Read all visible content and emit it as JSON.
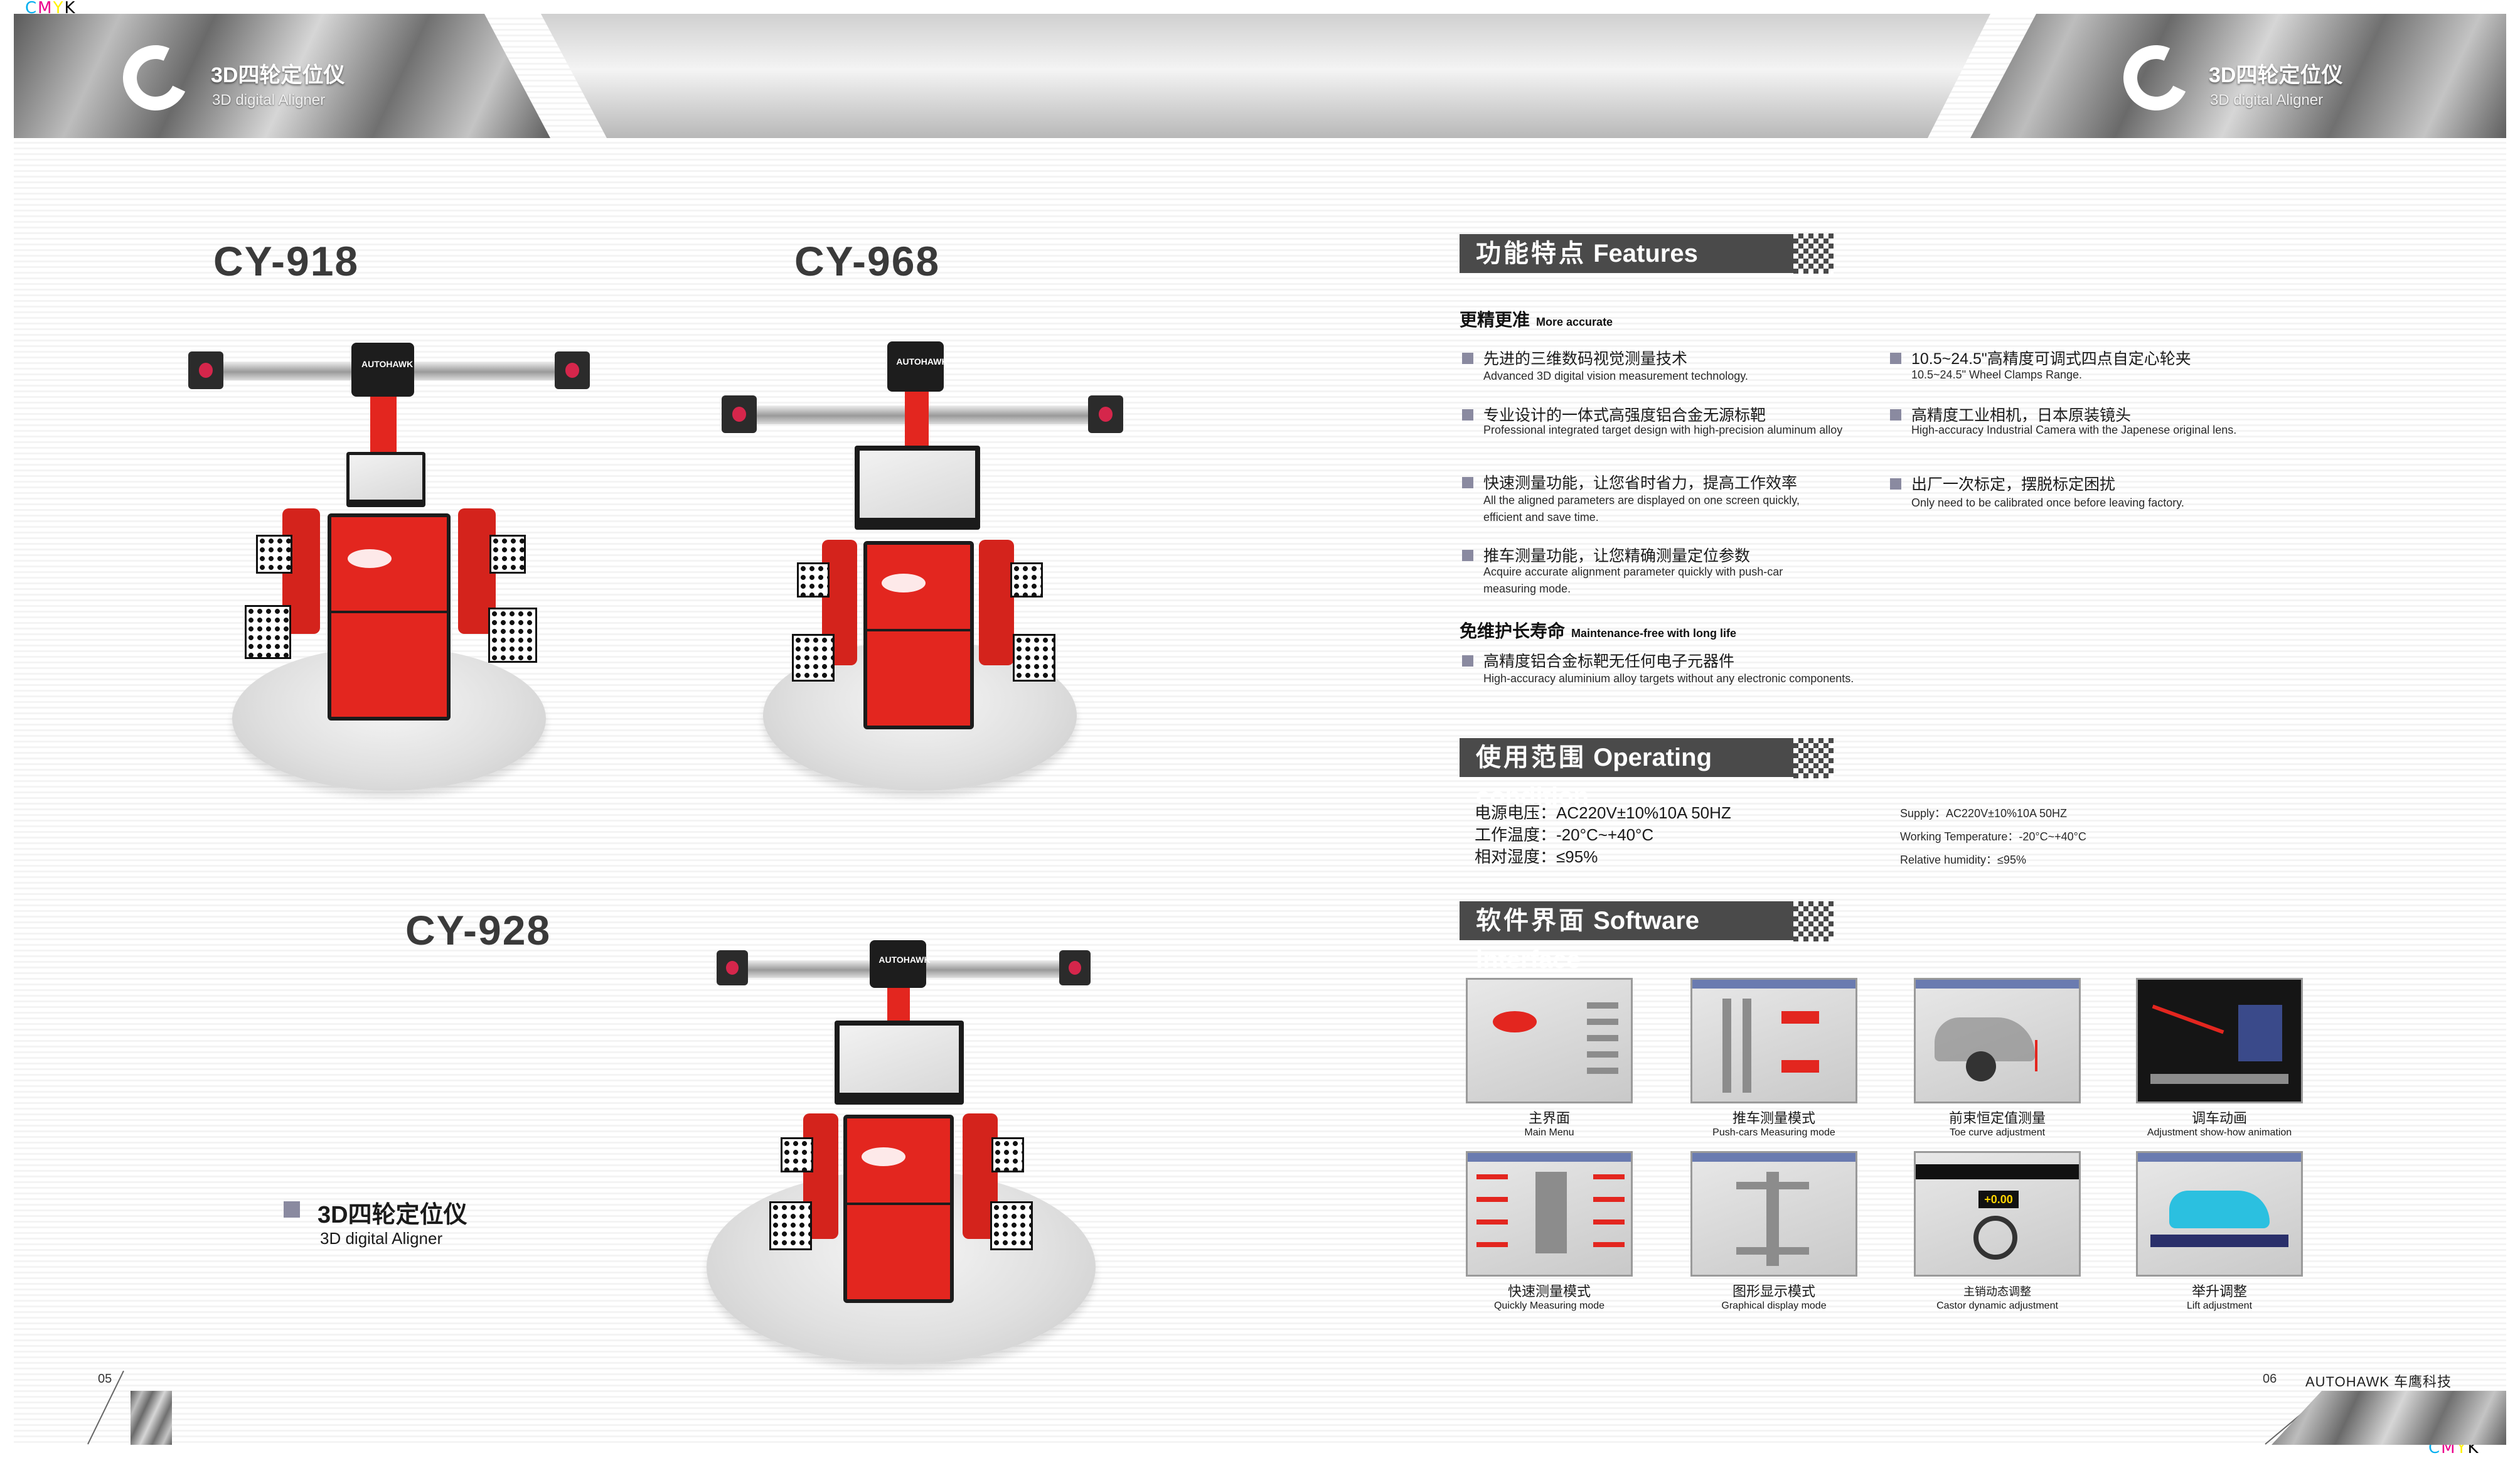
{
  "print_marks": {
    "top_left": [
      "C",
      "M",
      "Y",
      "K"
    ],
    "bottom_right": [
      "C",
      "M",
      "Y",
      "K"
    ]
  },
  "header": {
    "left_title": "3D四轮定位仪",
    "left_subtitle": "3D digital Aligner",
    "right_title": "3D四轮定位仪",
    "right_subtitle": "3D digital Aligner"
  },
  "models": [
    {
      "name": "CY-918",
      "head_label": "AUTOHAWK"
    },
    {
      "name": "CY-968",
      "head_label": "AUTOHAWK"
    },
    {
      "name": "CY-928",
      "head_label": "AUTOHAWK"
    }
  ],
  "aligner_caption": {
    "cn": "3D四轮定位仪",
    "en": "3D digital Aligner"
  },
  "features": {
    "header_cn": "功能特点",
    "header_en": "Features",
    "section1": {
      "cn": "更精更准",
      "en": "More accurate"
    },
    "left_items": [
      {
        "cn": "先进的三维数码视觉测量技术",
        "en": "Advanced 3D digital vision measurement technology."
      },
      {
        "cn": "专业设计的一体式高强度铝合金无源标靶",
        "en": "Professional integrated target design with high-precision aluminum alloy"
      },
      {
        "cn": "快速测量功能，让您省时省力，提高工作效率",
        "en": "All the aligned parameters are displayed on one screen quickly, efficient and save time."
      },
      {
        "cn": "推车测量功能，让您精确测量定位参数",
        "en": "Acquire accurate alignment parameter quickly with push-car measuring mode."
      }
    ],
    "right_items": [
      {
        "cn": "10.5~24.5\"高精度可调式四点自定心轮夹",
        "en": "10.5~24.5\" Wheel Clamps Range."
      },
      {
        "cn": "高精度工业相机，日本原装镜头",
        "en": "High-accuracy Industrial Camera with the Japenese original lens."
      },
      {
        "cn": "出厂一次标定，摆脱标定困扰",
        "en": "Only need to be calibrated once before leaving factory."
      }
    ],
    "section2": {
      "cn": "免维护长寿命",
      "en": "Maintenance-free with long life"
    },
    "section2_items": [
      {
        "cn": "高精度铝合金标靶无任何电子元器件",
        "en": "High-accuracy aluminium alloy targets without any electronic components."
      }
    ]
  },
  "operating": {
    "header_cn": "使用范围",
    "header_en": "Operating condition",
    "cn_lines": [
      "电源电压：AC220V±10%10A 50HZ",
      "工作温度：-20°C~+40°C",
      "相对湿度：≤95%"
    ],
    "en_lines": [
      "Supply：AC220V±10%10A 50HZ",
      "Working Temperature：-20°C~+40°C",
      "Relative humidity：≤95%"
    ]
  },
  "software": {
    "header_cn": "软件界面",
    "header_en": "Software interface",
    "screens": [
      {
        "cn": "主界面",
        "en": "Main Menu"
      },
      {
        "cn": "推车测量模式",
        "en": "Push-cars Measuring mode"
      },
      {
        "cn": "前束恒定值测量",
        "en": "Toe curve adjustment"
      },
      {
        "cn": "调车动画",
        "en": "Adjustment show-how animation"
      },
      {
        "cn": "快速测量模式",
        "en": "Quickly Measuring mode"
      },
      {
        "cn": "图形显示模式",
        "en": "Graphical display mode"
      },
      {
        "cn": "主销动态调整",
        "en": "Castor dynamic adjustment"
      },
      {
        "cn": "举升调整",
        "en": "Lift adjustment"
      }
    ],
    "castor_readout": "+0.00"
  },
  "footer": {
    "left_page": "05",
    "right_page": "06",
    "brand": "AUTOHAWK 车鹰科技"
  }
}
